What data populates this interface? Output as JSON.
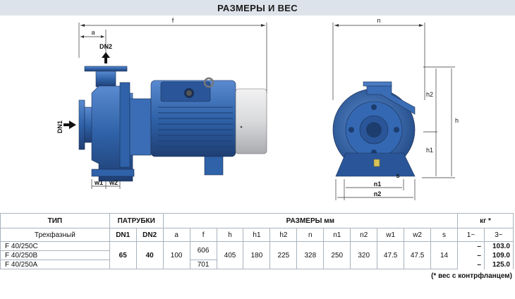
{
  "title": "РАЗМЕРЫ И ВЕС",
  "drawing_labels": {
    "f": "f",
    "a": "a",
    "dn2": "DN2",
    "dn1": "DN1",
    "w1": "w1",
    "w2": "w2",
    "n": "n",
    "h": "h",
    "h1": "h1",
    "h2": "h2",
    "n1": "n1",
    "n2": "n2",
    "s": "s"
  },
  "table": {
    "header_type": "ТИП",
    "header_ports": "ПАТРУБКИ",
    "header_dims": "РАЗМЕРЫ мм",
    "header_weight": "кг *",
    "subheader_type": "Трехфазный",
    "sub_dn1": "DN1",
    "sub_dn2": "DN2",
    "dim_cols": [
      "a",
      "f",
      "h",
      "h1",
      "h2",
      "n",
      "n1",
      "n2",
      "w1",
      "w2",
      "s"
    ],
    "weight_cols": [
      "1~",
      "3~"
    ],
    "models": [
      "F 40/250C",
      "F 40/250B",
      "F 40/250A"
    ],
    "dn1": "65",
    "dn2": "40",
    "a": "100",
    "f_top": "606",
    "f_bottom": "701",
    "h": "405",
    "h1": "180",
    "h2": "225",
    "n": "328",
    "n1": "250",
    "n2": "320",
    "w1": "47.5",
    "w2": "47.5",
    "s": "14",
    "weight_1ph": [
      "–",
      "–",
      "–"
    ],
    "weight_3ph": [
      "103.0",
      "109.0",
      "125.0"
    ]
  },
  "footnote": "(* вес с контрфланцем)",
  "colors": {
    "pump_blue": "#2f62a8",
    "pump_dark": "#1f3f73",
    "motor_grey": "#d9dadc",
    "banner": "#dde3ea"
  }
}
